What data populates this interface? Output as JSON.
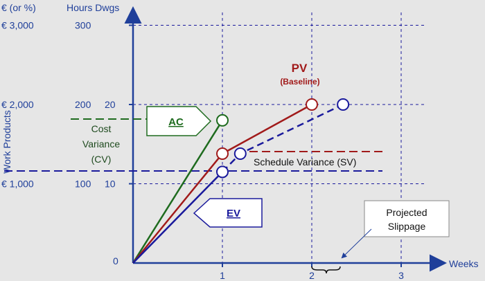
{
  "chart_data": {
    "type": "line",
    "y_header_currency": "€ (or %)",
    "y_header_hours": "Hours Dwgs",
    "ylabel": "Work Products",
    "xlabel": "Weeks",
    "origin_label": "0",
    "x_ticks": [
      "1",
      "2",
      "3"
    ],
    "x_range": [
      0,
      3.5
    ],
    "y_range": [
      0,
      3300
    ],
    "grid": true,
    "y_tick_rows": [
      {
        "value": 3000,
        "currency": "€ 3,000",
        "hours": "300",
        "dwgs": ""
      },
      {
        "value": 2000,
        "currency": "€ 2,000",
        "hours": "200",
        "dwgs": "20"
      },
      {
        "value": 1000,
        "currency": "€ 1,000",
        "hours": "100",
        "dwgs": "10"
      }
    ],
    "series": [
      {
        "name": "AC",
        "color": "#1e6b1e",
        "style": "solid",
        "points": [
          [
            0,
            0
          ],
          [
            1.0,
            1800
          ]
        ]
      },
      {
        "name": "PV",
        "color": "#a11a1a",
        "style": "solid",
        "points": [
          [
            0,
            0
          ],
          [
            1.0,
            1380
          ],
          [
            2.0,
            2000
          ]
        ]
      },
      {
        "name": "EV",
        "color": "#1a1a9c",
        "style": "solid",
        "points": [
          [
            0,
            0
          ],
          [
            1.0,
            1150
          ]
        ]
      },
      {
        "name": "EV",
        "color": "#1a1a9c",
        "style": "dashed",
        "points": [
          [
            1.0,
            1150
          ],
          [
            1.2,
            1380
          ],
          [
            2.35,
            2000
          ]
        ]
      }
    ],
    "annotations": {
      "pv_label": "PV",
      "baseline_label": "(Baseline)",
      "ac_label": "AC",
      "ev_label": "EV",
      "cost_variance_lines": [
        "Cost",
        "Variance",
        "(CV)"
      ],
      "schedule_variance": "Schedule Variance (SV)",
      "projected_slippage_lines": [
        "Projected",
        "Slippage"
      ]
    }
  },
  "colors": {
    "background": "#e6e6e6",
    "axis": "#1f3f9a",
    "grid": "#1a1a9c",
    "ac": "#1e6b1e",
    "pv": "#a11a1a",
    "ev": "#1a1a9c"
  }
}
